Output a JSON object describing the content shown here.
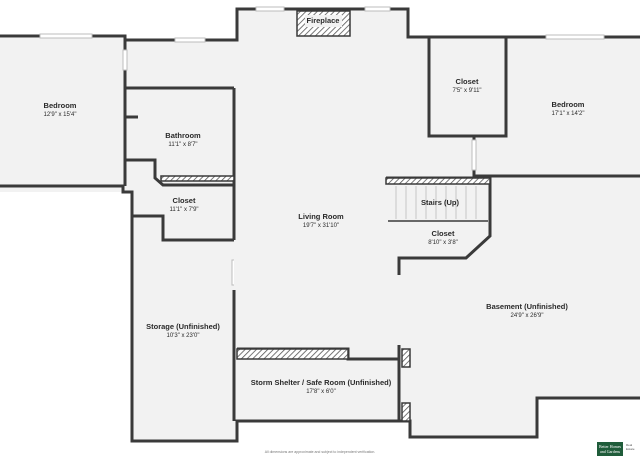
{
  "rooms": {
    "fireplace": {
      "name": "Fireplace"
    },
    "bedroom_left": {
      "name": "Bedroom",
      "dims": "12'9\" x 15'4\""
    },
    "bathroom": {
      "name": "Bathroom",
      "dims": "11'1\" x 8'7\""
    },
    "closet_left": {
      "name": "Closet",
      "dims": "11'1\" x 7'9\""
    },
    "storage": {
      "name": "Storage (Unfinished)",
      "dims": "10'3\" x 23'0\""
    },
    "living_room": {
      "name": "Living Room",
      "dims": "19'7\" x 31'10\""
    },
    "closet_top": {
      "name": "Closet",
      "dims": "7'5\" x 9'11\""
    },
    "bedroom_right": {
      "name": "Bedroom",
      "dims": "17'1\" x 14'2\""
    },
    "stairs": {
      "name": "Stairs (Up)"
    },
    "closet_stairs": {
      "name": "Closet",
      "dims": "8'10\" x 3'8\""
    },
    "basement": {
      "name": "Basement (Unfinished)",
      "dims": "24'9\" x 26'9\""
    },
    "storm_shelter": {
      "name": "Storm Shelter / Safe Room (Unfinished)",
      "dims": "17'8\" x 6'0\""
    }
  },
  "footer": {
    "disclaimer": "All dimensions are approximate and subject to independent verification.",
    "logo_text": "Better Homes and Gardens",
    "logo_side": "Real Estate"
  }
}
